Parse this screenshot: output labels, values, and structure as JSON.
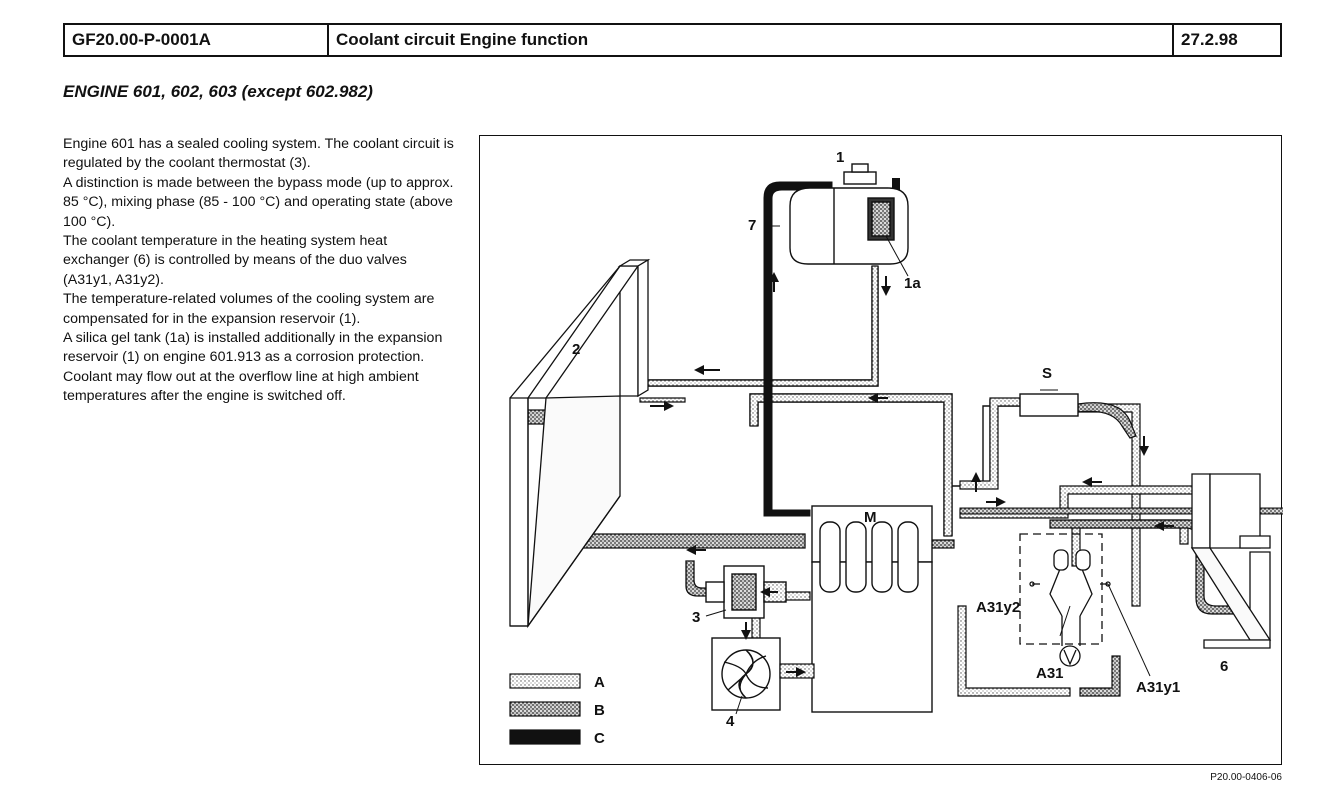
{
  "header": {
    "code": "GF20.00-P-0001A",
    "title": "Coolant circuit Engine function",
    "date": "27.2.98"
  },
  "subtitle": "ENGINE 601, 602, 603 (except 602.982)",
  "body": [
    "Engine 601 has a sealed cooling system. The coolant circuit is regulated by the coolant thermostat (3).",
    "A distinction is made between the bypass mode (up to approx. 85 °C), mixing phase (85 - 100 °C) and operating state (above 100 °C).",
    "The coolant temperature in the heating system heat exchanger (6) is controlled by means of the duo valves (A31y1, A31y2).",
    "The temperature-related volumes of the cooling system are compensated for in the expansion reservoir (1).",
    "A silica gel tank (1a) is installed additionally in the expansion reservoir (1) on engine 601.913 as a corrosion protection.",
    "Coolant may flow out at the overflow line at high ambient temperatures after the engine is switched off."
  ],
  "diagram": {
    "labels": {
      "l1": "1",
      "l1a": "1a",
      "l2": "2",
      "l3": "3",
      "l4": "4",
      "l6": "6",
      "l7": "7",
      "M": "M",
      "S": "S",
      "A31": "A31",
      "A31y1": "A31y1",
      "A31y2": "A31y2"
    },
    "legend": [
      "A",
      "B",
      "C"
    ]
  },
  "figure_ref": "P20.00-0406-06"
}
